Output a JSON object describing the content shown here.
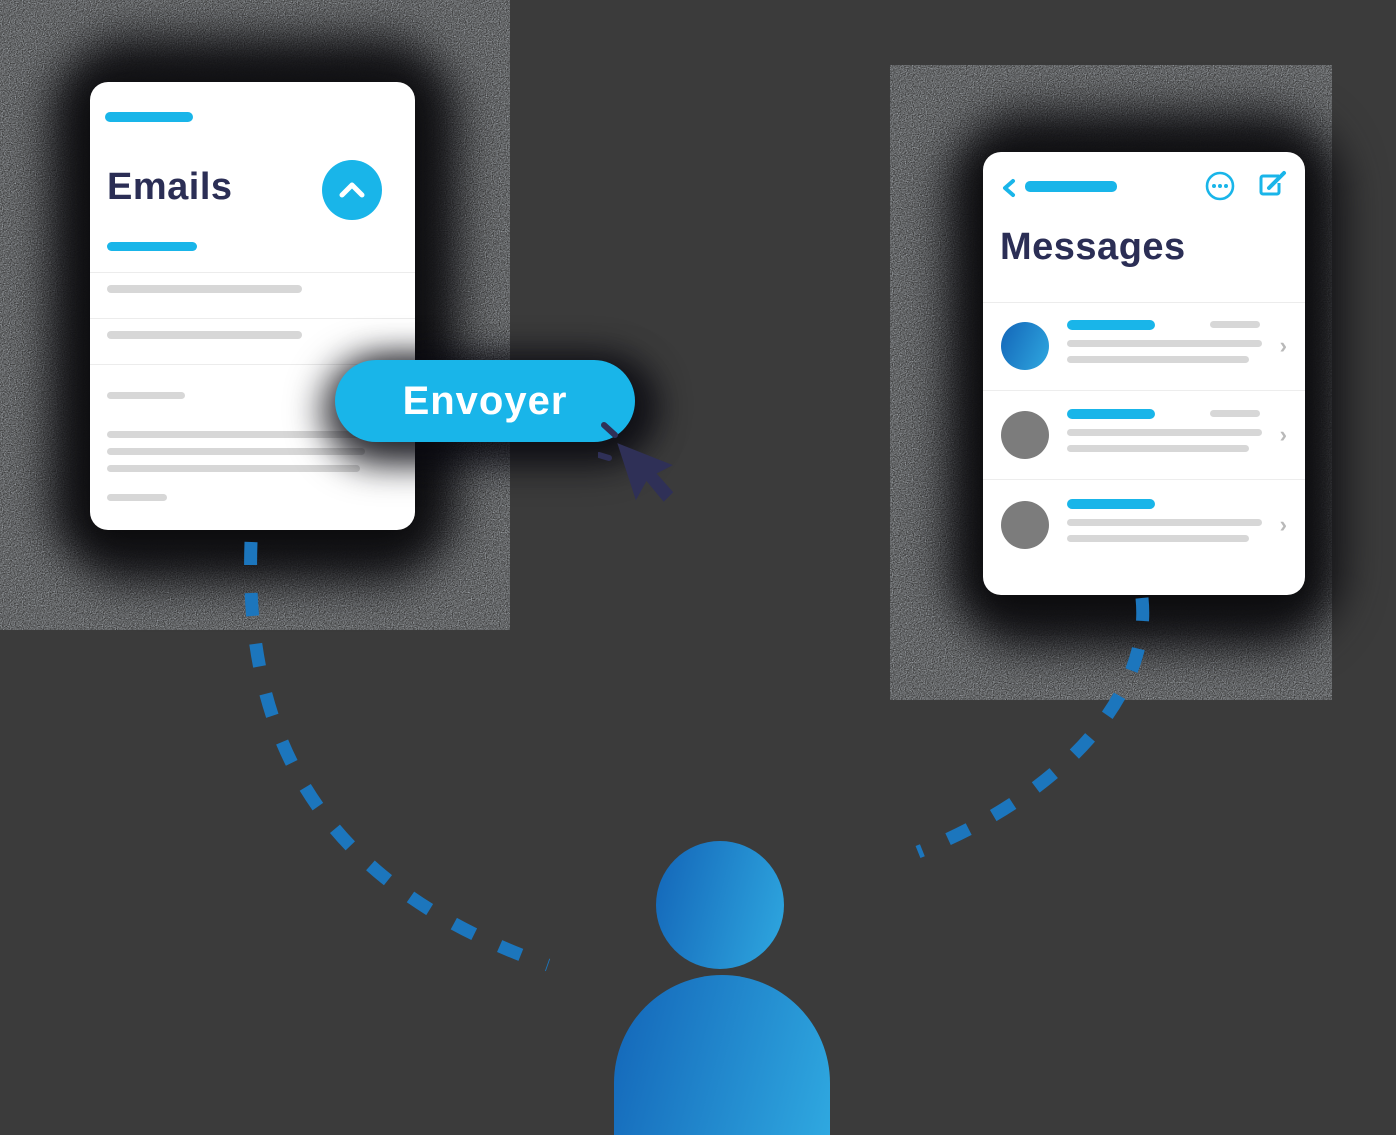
{
  "illustration": {
    "background_color": "#3B3B3B",
    "accent_color": "#19B5E9",
    "heading_color": "#2B2E55",
    "dashed_line_color": "#1C76BD",
    "placeholder_color": "#D7D7D7",
    "avatar_gray_color": "#7C7C7C",
    "person_gradient": [
      "#1365B8",
      "#2FA8E0"
    ]
  },
  "email_app": {
    "title": "Emails",
    "send_label": "Envoyer",
    "icons": [
      "chevron-up-icon"
    ],
    "placeholder_rows": 2,
    "placeholder_paragraph_lines": 5
  },
  "messages_app": {
    "title": "Messages",
    "icons": [
      "back-chevron-icon",
      "ellipsis-menu-icon",
      "compose-icon"
    ],
    "rows": [
      {
        "avatar": "blue-gradient",
        "has_timestamp": true
      },
      {
        "avatar": "gray",
        "has_timestamp": true
      },
      {
        "avatar": "gray",
        "has_timestamp": false
      }
    ],
    "row_chevron": "›"
  }
}
